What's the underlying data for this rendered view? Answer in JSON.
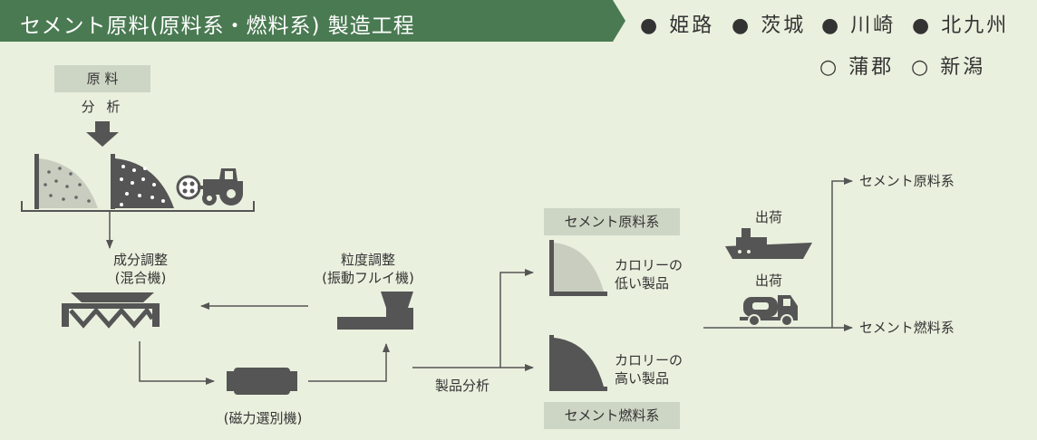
{
  "title": "セメント原料(原料系・燃料系) 製造工程",
  "plants": {
    "filled": [
      "姫路",
      "茨城",
      "川崎",
      "北九州"
    ],
    "outline": [
      "蒲郡",
      "新潟"
    ]
  },
  "raw": {
    "label": "原 料",
    "analysis": "分 析"
  },
  "mixer": {
    "line1": "成分調整",
    "line2": "(混合機)"
  },
  "screen": {
    "line1": "粒度調整",
    "line2": "(振動フルイ機)"
  },
  "magnet": {
    "label": "(磁力選別機)"
  },
  "product_analysis": "製品分析",
  "raw_type_box": "セメント原料系",
  "fuel_type_box": "セメント燃料系",
  "low_cal": {
    "line1": "カロリーの",
    "line2": "低い製品"
  },
  "high_cal": {
    "line1": "カロリーの",
    "line2": "高い製品"
  },
  "ship_label": "出荷",
  "truck_label": "出荷",
  "out_raw": "セメント原料系",
  "out_fuel": "セメント燃料系",
  "colors": {
    "title_bar": "#4a7a52",
    "background": "#eaf0de",
    "dark": "#555555",
    "light_pile": "#c8cdbf",
    "box": "#cdd5c4"
  }
}
